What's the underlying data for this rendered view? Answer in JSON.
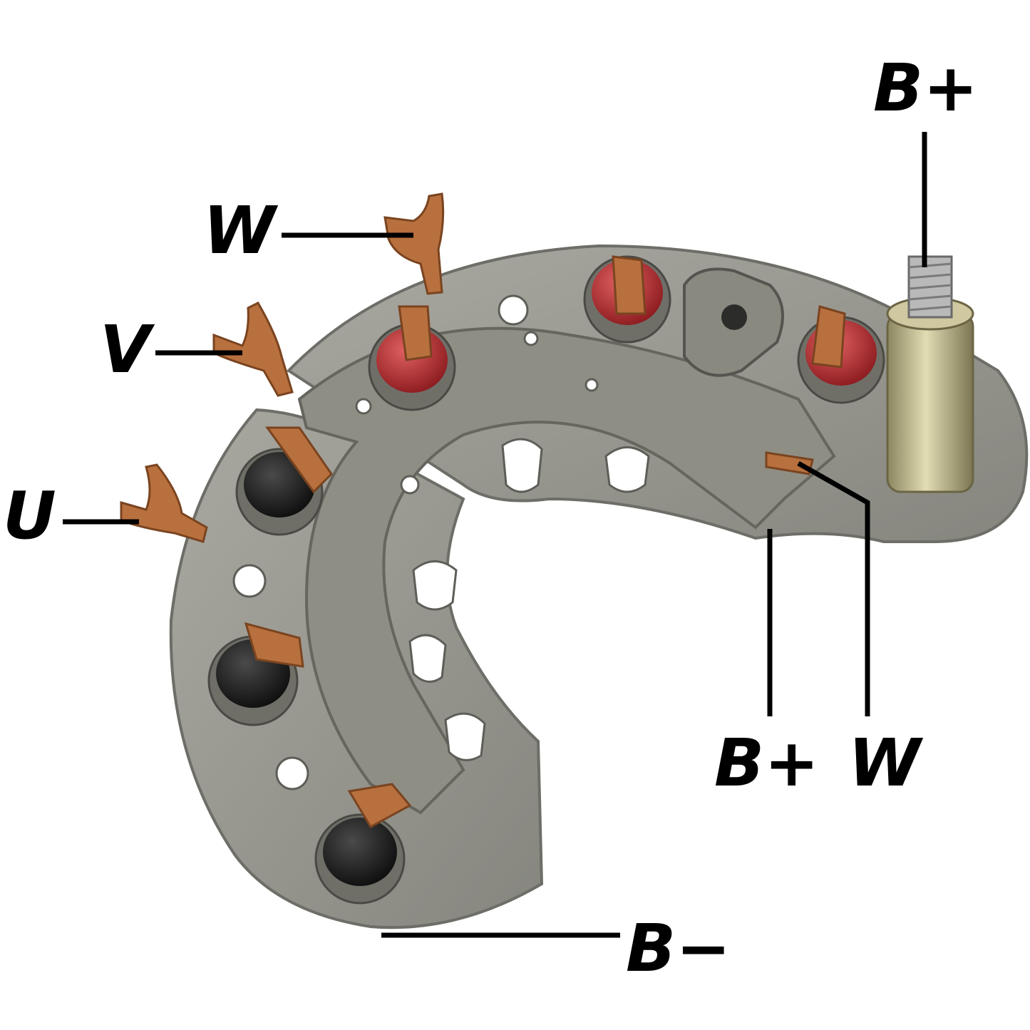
{
  "labels": {
    "b_plus_stud": "B+",
    "w_top": "W",
    "v": "V",
    "u": "U",
    "b_plus_small": "B+",
    "w_small": "W",
    "b_minus": "B−"
  },
  "colors": {
    "background": "#ffffff",
    "heatsink": "#9a9a92",
    "heatsink_edge": "#6e6e68",
    "bridge": "#8f8e84",
    "copper": "#b8703e",
    "diode_positive": "#b3262b",
    "diode_negative": "#151515",
    "stud": "#b7b08a",
    "leader": "#000000"
  }
}
